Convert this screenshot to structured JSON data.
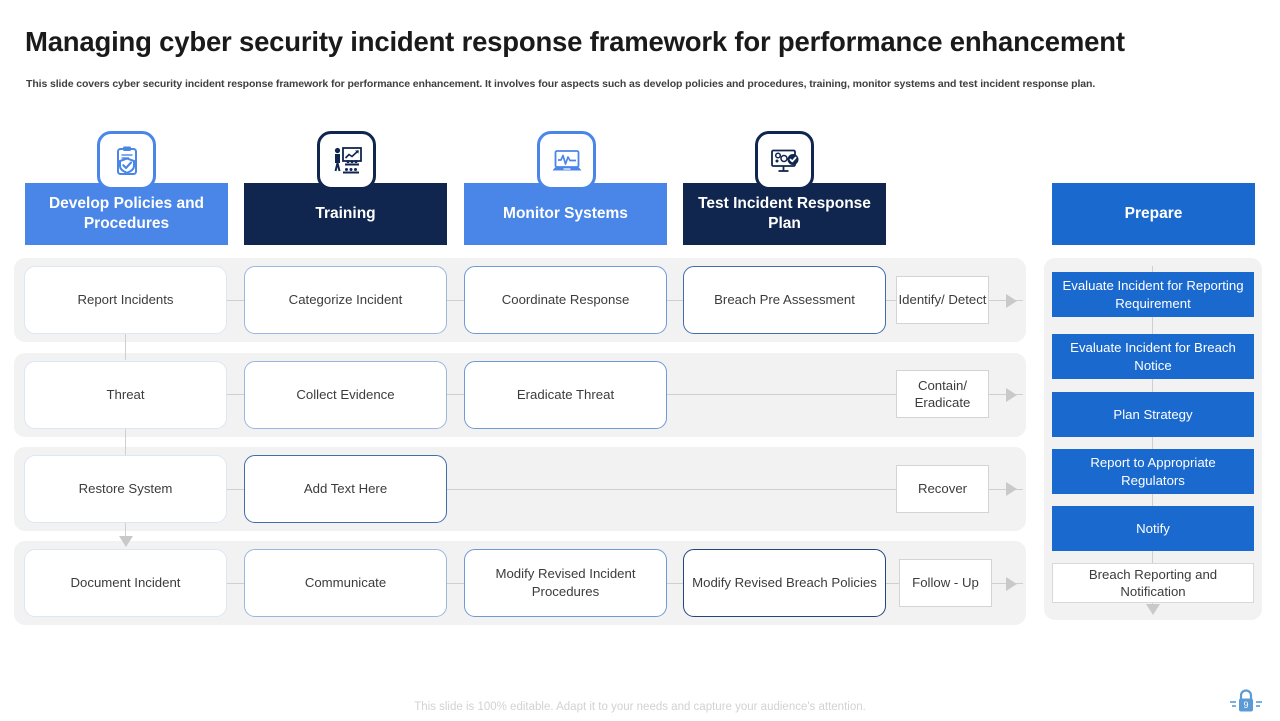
{
  "header": {
    "title": "Managing cyber security incident response framework for performance enhancement",
    "subtitle": "This slide covers cyber security incident response framework for performance enhancement. It involves four aspects such as develop policies and procedures, training, monitor systems and test incident response plan."
  },
  "colors": {
    "light_blue": "#4a86e8",
    "navy": "#10264f",
    "accent_blue": "#1a69ce",
    "band_grey": "#f2f2f2",
    "connector_grey": "#cfcfcf"
  },
  "columns": [
    {
      "label": "Develop Policies and Procedures",
      "icon": "clipboard-shield-icon",
      "theme": "light"
    },
    {
      "label": "Training",
      "icon": "presentation-training-icon",
      "theme": "navy"
    },
    {
      "label": "Monitor Systems",
      "icon": "laptop-monitoring-icon",
      "theme": "light"
    },
    {
      "label": "Test Incident Response Plan",
      "icon": "monitor-gears-check-icon",
      "theme": "navy"
    }
  ],
  "rows": [
    {
      "stage": "Identify/ Detect",
      "steps": [
        "Report Incidents",
        "Categorize Incident",
        "Coordinate Response",
        "Breach Pre Assessment"
      ]
    },
    {
      "stage": "Contain/ Eradicate",
      "steps": [
        "Threat",
        "Collect Evidence",
        "Eradicate Threat"
      ]
    },
    {
      "stage": "Recover",
      "steps": [
        "Restore System",
        "Add Text Here"
      ]
    },
    {
      "stage": "Follow - Up",
      "steps": [
        "Document Incident",
        "Communicate",
        "Modify Revised Incident Procedures",
        "Modify Revised Breach Policies"
      ]
    }
  ],
  "prepare": {
    "header": "Prepare",
    "items": [
      {
        "label": "Evaluate Incident  for Reporting Requirement",
        "style": "filled"
      },
      {
        "label": "Evaluate Incident for Breach Notice",
        "style": "filled"
      },
      {
        "label": "Plan Strategy",
        "style": "filled"
      },
      {
        "label": "Report to Appropriate Regulators",
        "style": "filled"
      },
      {
        "label": "Notify",
        "style": "filled"
      },
      {
        "label": "Breach Reporting and Notification",
        "style": "hollow"
      }
    ]
  },
  "footer": {
    "note": "This slide is 100% editable. Adapt it to your needs and capture your audience's attention.",
    "logo_number": "9"
  }
}
